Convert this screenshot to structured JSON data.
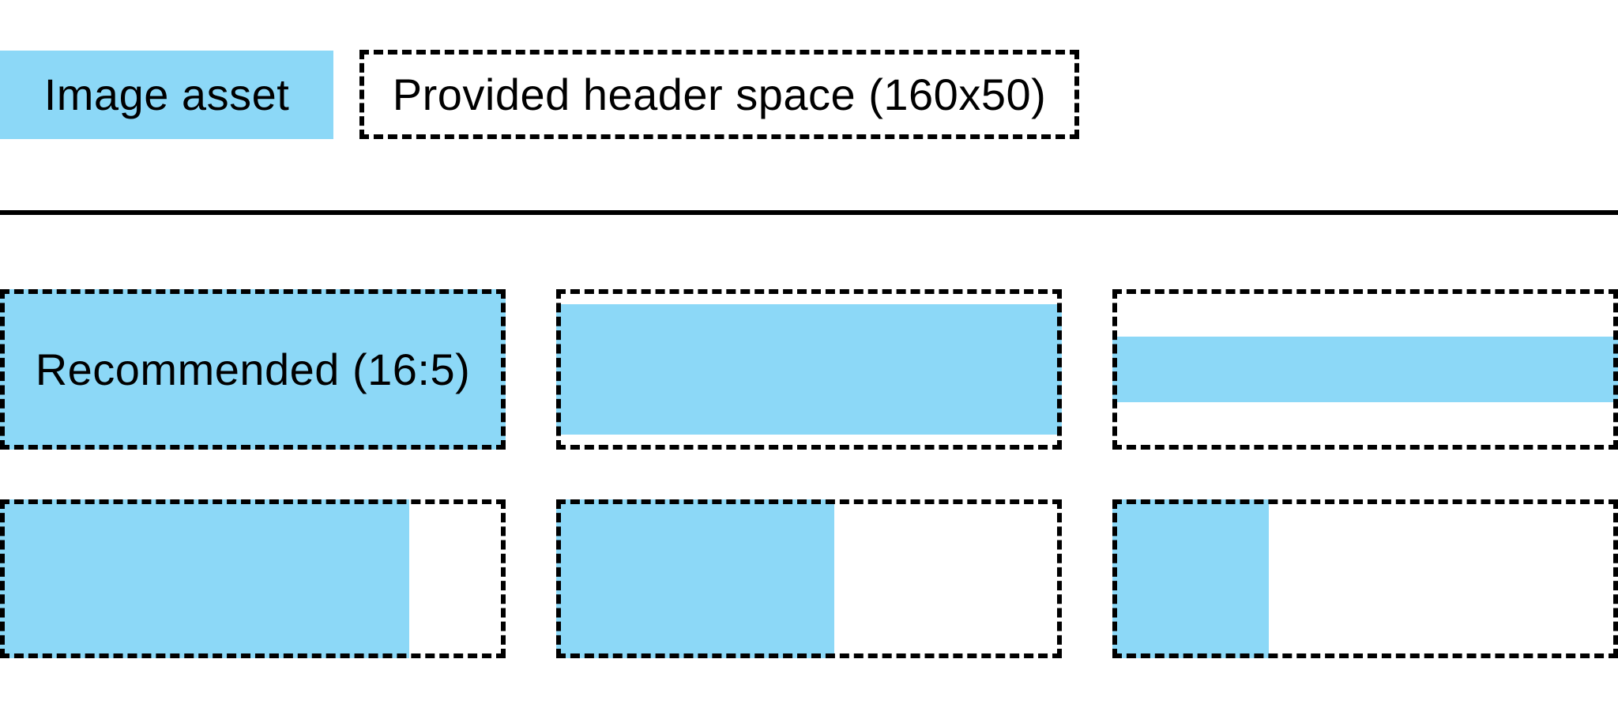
{
  "colors": {
    "asset_blue": "#8CD8F7",
    "line_black": "#000000",
    "text_black": "#000000",
    "background_white": "#ffffff"
  },
  "legend": {
    "image_asset": {
      "label": "Image asset"
    },
    "header_space": {
      "label": "Provided header space (160x50)"
    }
  },
  "grid": {
    "rows": 2,
    "cols": 3,
    "cells": [
      {
        "id": "r1c1",
        "label": "Recommended (16:5)",
        "fill": {
          "width_pct": 100,
          "height_pct": 100,
          "h_align": "left",
          "v_align": "center"
        }
      },
      {
        "id": "r1c2",
        "label": "",
        "fill": {
          "width_pct": 100,
          "height_pct": 81,
          "h_align": "center",
          "v_align": "center"
        }
      },
      {
        "id": "r1c3",
        "label": "",
        "fill": {
          "width_pct": 100,
          "height_pct": 41,
          "h_align": "center",
          "v_align": "center"
        }
      },
      {
        "id": "r2c1",
        "label": "",
        "fill": {
          "width_pct": 81,
          "height_pct": 100,
          "h_align": "left",
          "v_align": "top"
        }
      },
      {
        "id": "r2c2",
        "label": "",
        "fill": {
          "width_pct": 55,
          "height_pct": 100,
          "h_align": "left",
          "v_align": "top"
        }
      },
      {
        "id": "r2c3",
        "label": "",
        "fill": {
          "width_pct": 31,
          "height_pct": 100,
          "h_align": "left",
          "v_align": "top"
        }
      }
    ]
  }
}
